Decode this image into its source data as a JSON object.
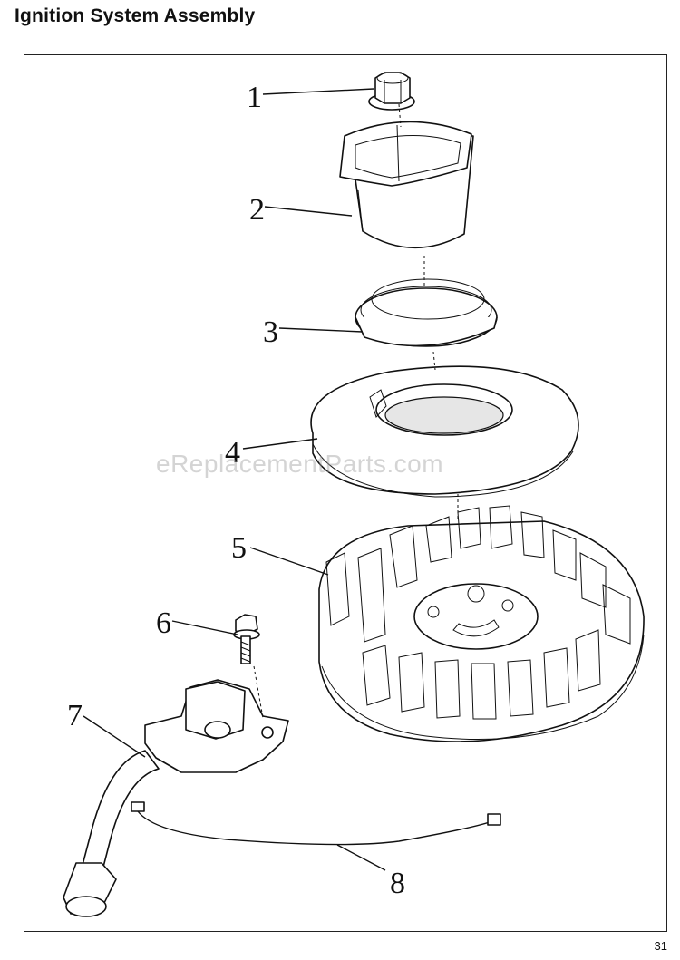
{
  "page": {
    "title": "Ignition System Assembly",
    "watermark": "eReplacementParts.com",
    "page_number": "31"
  },
  "callouts": [
    "1",
    "2",
    "3",
    "4",
    "5",
    "6",
    "7",
    "8"
  ]
}
